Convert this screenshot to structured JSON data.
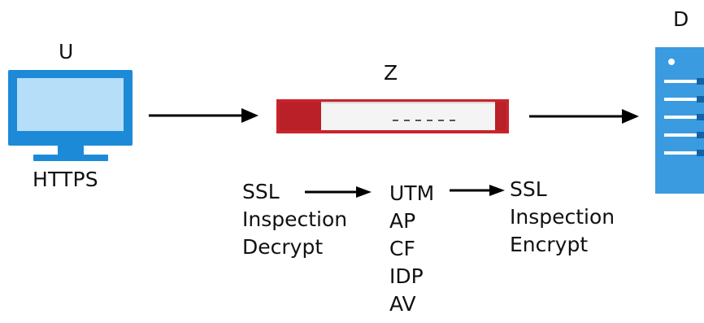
{
  "nodes": {
    "user": {
      "label": "U",
      "caption": "HTTPS",
      "icon": "computer-monitor-icon"
    },
    "zyxel": {
      "label": "Z",
      "icon": "firewall-device-icon"
    },
    "destination": {
      "label": "D",
      "icon": "server-icon"
    }
  },
  "process": {
    "decrypt": [
      "SSL",
      "Inspection",
      "Decrypt"
    ],
    "services": [
      "UTM",
      "AP",
      "CF",
      "IDP",
      "AV"
    ],
    "encrypt": [
      "SSL",
      "Inspection",
      "Encrypt"
    ]
  },
  "colors": {
    "monitor_frame": "#1d8ad8",
    "monitor_screen": "#b6def8",
    "device_red": "#c8242b",
    "device_body": "#f4f4f4",
    "server_blue": "#3a9be0",
    "arrow": "#000000"
  }
}
